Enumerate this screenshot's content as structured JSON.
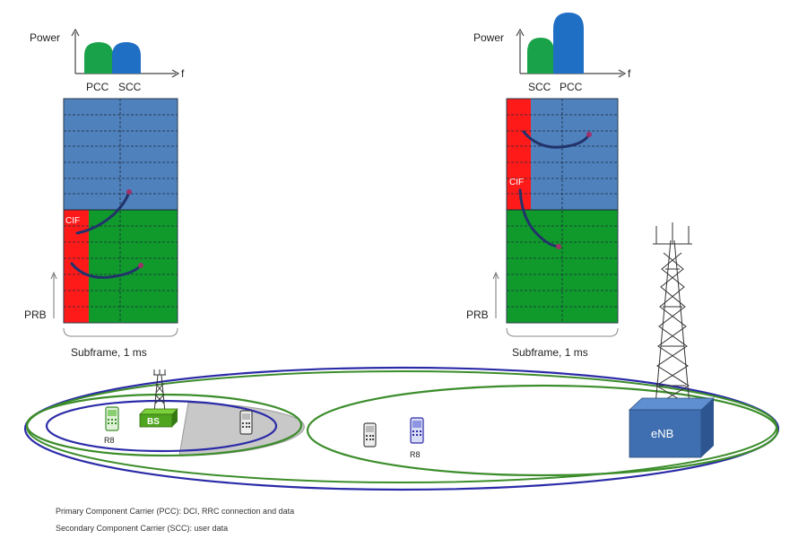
{
  "colors": {
    "pcc_green": "#1aa24a",
    "scc_blue": "#1f6fc4",
    "cell_blue": "#4f81bd",
    "cell_green": "#109a2c",
    "cif_red": "#ff1a1a",
    "coverage_blue": "#2b2ba8",
    "coverage_green": "#3c8d2b",
    "enb_box": "#3f6fb0",
    "arc_color": "#22336b"
  },
  "left_panel": {
    "axis_label_power": "Power",
    "axis_label_f": "f",
    "carrier_labels": [
      "PCC",
      "SCC"
    ],
    "cif_label": "CIF",
    "prb_label": "PRB",
    "subframe_label": "Subframe, 1 ms"
  },
  "right_panel": {
    "axis_label_power": "Power",
    "axis_label_f": "f",
    "carrier_labels": [
      "SCC",
      "PCC"
    ],
    "cif_label": "CIF",
    "prb_label": "PRB",
    "subframe_label": "Subframe, 1 ms"
  },
  "network": {
    "bs_label": "BS",
    "enb_label": "eNB",
    "r8_left": "R8",
    "r8_right": "R8"
  },
  "footnotes": {
    "pcc": "Primary Component Carrier (PCC): DCI, RRC connection and data",
    "scc": "Secondary Component Carrier (SCC): user data"
  }
}
